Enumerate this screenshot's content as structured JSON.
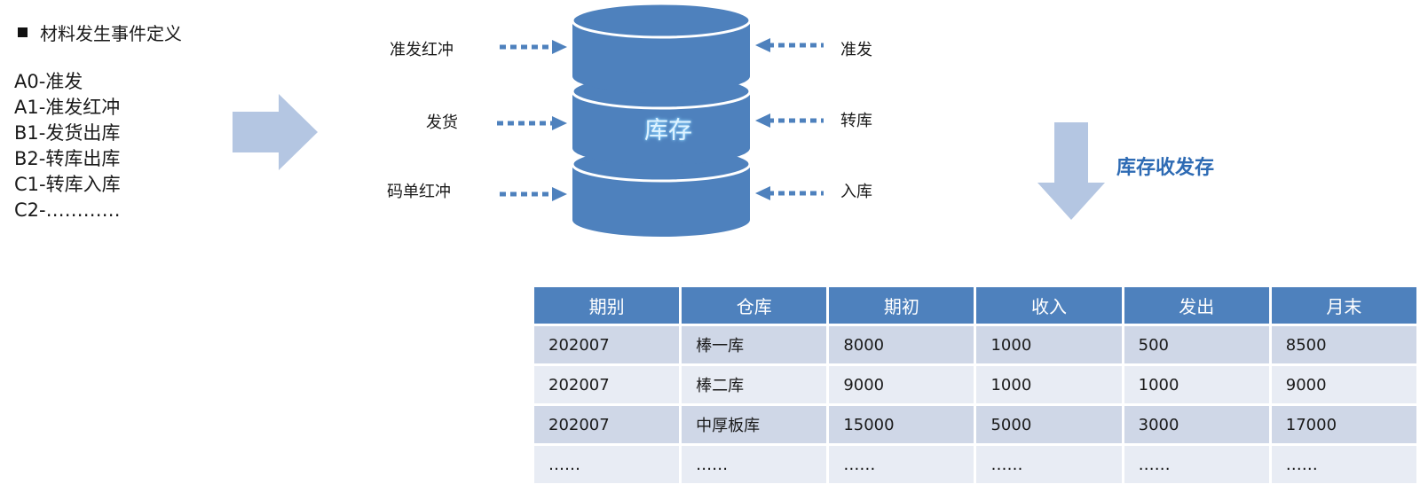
{
  "events": {
    "heading": "材料发生事件定义",
    "items": [
      "A0-准发",
      "A1-准发红冲",
      "B1-发货出库",
      "B2-转库出库",
      "C1-转库入库",
      "C2-…………"
    ]
  },
  "diagram": {
    "database_label": "库存",
    "inflows_left": [
      "准发红冲",
      "发货",
      "码单红冲"
    ],
    "inflows_right": [
      "准发",
      "转库",
      "入库"
    ],
    "summary_title": "库存收发存",
    "colors": {
      "cylinder": "#4e81bd",
      "arrow": "#b4c6e2",
      "dotted": "#4e81bd",
      "title": "#2e6bb4"
    }
  },
  "table": {
    "headers": [
      "期别",
      "仓库",
      "期初",
      "收入",
      "发出",
      "月末"
    ],
    "rows": [
      [
        "202007",
        "棒一库",
        "8000",
        "1000",
        "500",
        "8500"
      ],
      [
        "202007",
        "棒二库",
        "9000",
        "1000",
        "1000",
        "9000"
      ],
      [
        "202007",
        "中厚板库",
        "15000",
        "5000",
        "3000",
        "17000"
      ],
      [
        "……",
        "……",
        "……",
        "……",
        "……",
        "……"
      ]
    ]
  }
}
